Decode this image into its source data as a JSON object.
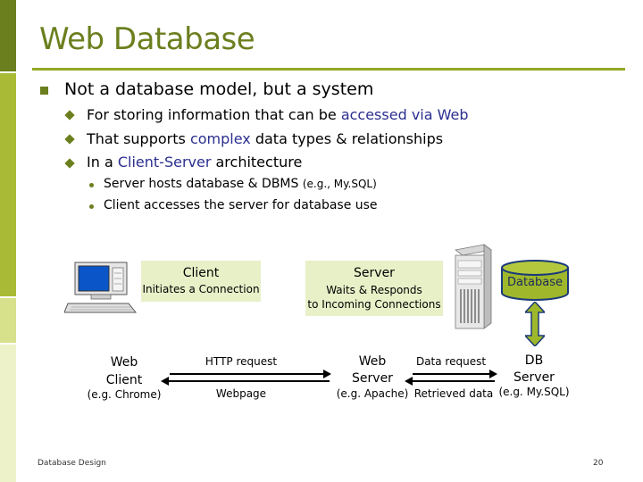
{
  "slide": {
    "title": "Web Database",
    "bullet1": "Not a database model, but a system",
    "sub": [
      {
        "before": "For storing information that can be ",
        "highlight": "accessed via Web",
        "after": ""
      },
      {
        "before": "That supports ",
        "highlight": "complex",
        "after": " data types & relationships"
      },
      {
        "before": "In a ",
        "highlight": "Client-Server",
        "after": " architecture"
      }
    ],
    "subsub": [
      {
        "text": "Server hosts database & DBMS ",
        "small": "(e.g., My.SQL)"
      },
      {
        "text": "Client accesses the server for database use",
        "small": ""
      }
    ],
    "footer_left": "Database Design",
    "page_number": "20"
  },
  "diagram": {
    "client_title": "Client",
    "client_desc": "Initiates a Connection",
    "server_title": "Server",
    "server_desc_1": "Waits & Responds",
    "server_desc_2": "to Incoming Connections",
    "database_label": "Database",
    "web_client_1": "Web",
    "web_client_2": "Client",
    "web_client_eg": "(e.g. Chrome)",
    "http_request": "HTTP request",
    "webpage": "Webpage",
    "web_server_1": "Web",
    "web_server_2": "Server",
    "web_server_eg": "(e.g. Apache)",
    "data_request": "Data request",
    "retrieved_data": "Retrieved data",
    "db_server_1": "DB",
    "db_server_2": "Server",
    "db_server_eg": "(e.g. My.SQL)"
  },
  "colors": {
    "accent": "#6b7f1e",
    "rule": "#94a826",
    "highlight_text": "#2b2f8f",
    "box_fill": "#e8f0c8",
    "database_fill": "#9fb72b"
  }
}
